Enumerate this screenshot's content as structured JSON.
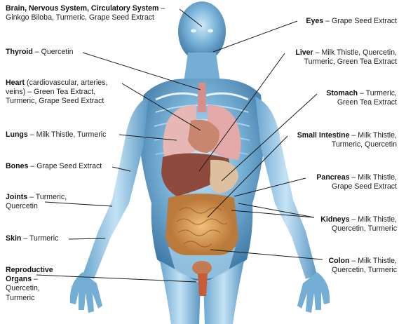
{
  "labels": {
    "brain": {
      "organ": "Brain, Nervous System, Circulatory System",
      "sep": " – ",
      "extracts": "Ginkgo Biloba, Turmeric, Grape Seed Extract"
    },
    "thyroid": {
      "organ": "Thyroid",
      "sep": " – ",
      "extracts": "Quercetin"
    },
    "heart": {
      "organ": "Heart",
      "note": " (cardiovascular, arteries, veins)",
      "sep": " – ",
      "extracts": "Green Tea Extract, Turmeric, Grape Seed Extract"
    },
    "lungs": {
      "organ": "Lungs",
      "sep": " – ",
      "extracts": "Milk Thistle, Turmeric"
    },
    "bones": {
      "organ": "Bones",
      "sep": " – ",
      "extracts": "Grape Seed Extract"
    },
    "joints": {
      "organ": "Joints",
      "sep": " – ",
      "extracts": "Turmeric, Quercetin"
    },
    "skin": {
      "organ": "Skin",
      "sep": " – ",
      "extracts": "Turmeric"
    },
    "repro": {
      "organ": "Reproductive Organs",
      "sep": " – ",
      "extracts": "Quercetin, Turmeric"
    },
    "eyes": {
      "organ": "Eyes",
      "sep": " – ",
      "extracts": "Grape Seed Extract"
    },
    "liver": {
      "organ": "Liver",
      "sep": " – ",
      "extracts": "Milk Thistle, Quercetin, Turmeric, Green Tea Extract"
    },
    "stomach": {
      "organ": "Stomach",
      "sep": " – ",
      "extracts": "Turmeric, Green Tea Extract"
    },
    "intestine": {
      "organ": "Small Intestine",
      "sep": " – ",
      "extracts": "Milk Thistle, Turmeric, Quercetin"
    },
    "pancreas": {
      "organ": "Pancreas",
      "sep": " – ",
      "extracts": "Milk Thistle, Grape Seed Extract"
    },
    "kidneys": {
      "organ": "Kidneys",
      "sep": " – ",
      "extracts": "Milk Thistle, Quercetin, Turmeric"
    },
    "colon": {
      "organ": "Colon",
      "sep": " – ",
      "extracts": "Milk Thistle, Quercetin, Turmeric"
    }
  },
  "colors": {
    "body_fill": "#3f86b8",
    "body_glow": "#a9d3ef",
    "lungs": "#e7b7b6",
    "heart": "#c8866e",
    "liver": "#8e4a3c",
    "stomach": "#d9b48a",
    "intestine": "#d39a55",
    "leader": "#1a1a1a"
  }
}
